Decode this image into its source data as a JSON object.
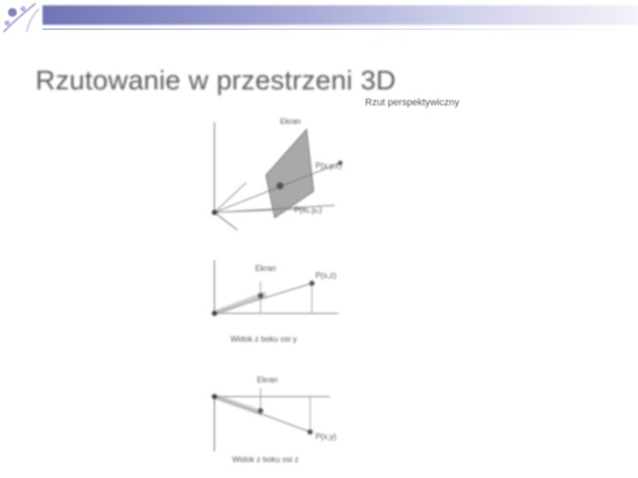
{
  "slide": {
    "title": "Rzutowanie w przestrzeni 3D",
    "subtitle": "Rzut perspektywiczny"
  },
  "figures": {
    "top": {
      "label_top": "Ekran",
      "label_right": "P(x,y,z)",
      "label_lower": "P(xₚ,yₚ)"
    },
    "middle": {
      "label_top": "Ekran",
      "label_right": "P(x,z)",
      "caption": "Widok z boku osi y"
    },
    "bottom": {
      "label_top": "Ekran",
      "label_right": "P(x,y)",
      "caption": "Widok z boku osi z"
    }
  },
  "theme": {
    "band_color": "#6f74b6",
    "title_color": "#5b5b5b"
  },
  "icons": [
    "corner-ornament-icon"
  ]
}
